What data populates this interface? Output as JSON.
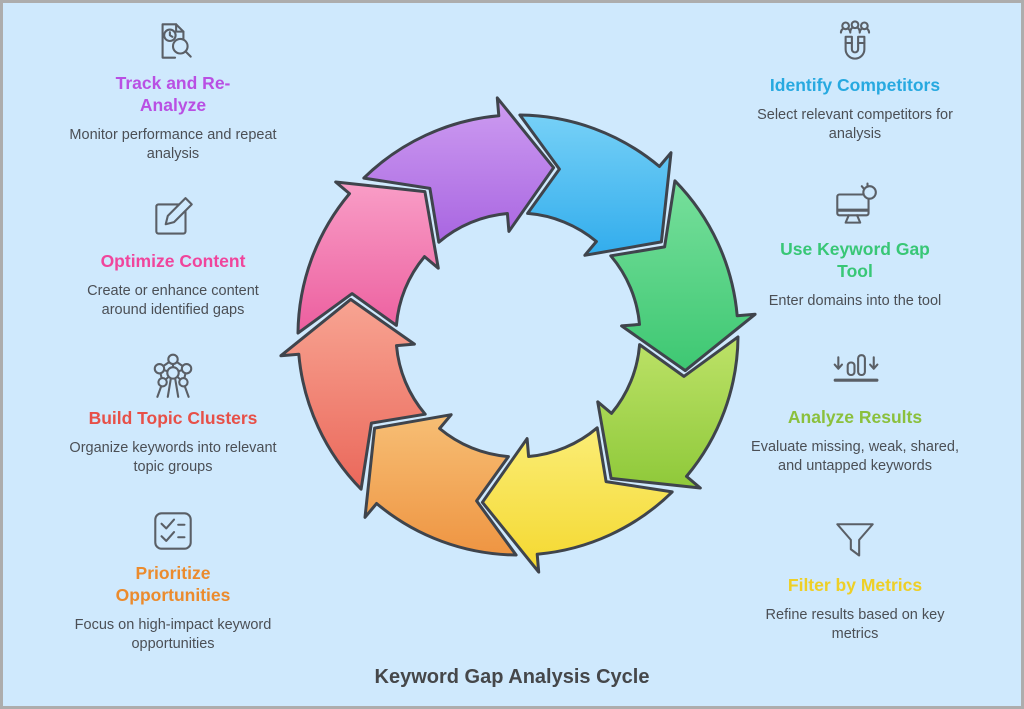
{
  "title": "Keyword Gap Analysis Cycle",
  "background_color": "#cfe9fd",
  "border_color": "#adadad",
  "left_steps": [
    {
      "icon": "document-search-icon",
      "title": "Track and Re-Analyze",
      "title_color": "#b94fe3",
      "description": "Monitor performance and repeat analysis"
    },
    {
      "icon": "edit-icon",
      "title": "Optimize Content",
      "title_color": "#f0459c",
      "description": "Create or enhance content around identified gaps"
    },
    {
      "icon": "cluster-icon",
      "title": "Build Topic Clusters",
      "title_color": "#e75048",
      "description": "Organize keywords into relevant topic groups"
    },
    {
      "icon": "checklist-icon",
      "title": "Prioritize Opportunities",
      "title_color": "#eb8b2d",
      "description": "Focus on high-impact keyword opportunities"
    }
  ],
  "right_steps": [
    {
      "icon": "magnet-icon",
      "title": "Identify Competitors",
      "title_color": "#27a9e0",
      "description": "Select relevant competitors for analysis"
    },
    {
      "icon": "monitor-icon",
      "title": "Use Keyword Gap Tool",
      "title_color": "#38c776",
      "description": "Enter domains into the tool"
    },
    {
      "icon": "bar-chart-icon",
      "title": "Analyze Results",
      "title_color": "#8bc03c",
      "description": "Evaluate missing, weak, shared, and untapped keywords"
    },
    {
      "icon": "funnel-icon",
      "title": "Filter by Metrics",
      "title_color": "#eecf26",
      "description": "Refine results based on key metrics"
    }
  ],
  "cycle": {
    "outline_color": "#3f444c",
    "arrows": [
      {
        "name": "blue",
        "angle": 270,
        "color_light": "#79d2f7",
        "color_dark": "#2fabec"
      },
      {
        "name": "green",
        "angle": 315,
        "color_light": "#79e09d",
        "color_dark": "#3cc771"
      },
      {
        "name": "lime",
        "angle": 0,
        "color_light": "#bfe36a",
        "color_dark": "#8dc838"
      },
      {
        "name": "yellow",
        "angle": 45,
        "color_light": "#fbee79",
        "color_dark": "#f4d72c"
      },
      {
        "name": "orange",
        "angle": 90,
        "color_light": "#f7c077",
        "color_dark": "#ee9340"
      },
      {
        "name": "salmon",
        "angle": 135,
        "color_light": "#f8a694",
        "color_dark": "#ea6659"
      },
      {
        "name": "pink",
        "angle": 180,
        "color_light": "#f9a0c8",
        "color_dark": "#ec5c9d"
      },
      {
        "name": "purple",
        "angle": 225,
        "color_light": "#cf9ff2",
        "color_dark": "#a763e0"
      }
    ]
  }
}
